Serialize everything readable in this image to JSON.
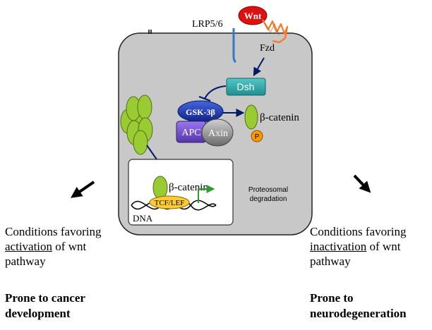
{
  "diagram": {
    "labels": {
      "wnt": "Wnt",
      "lrp": "LRP5/6",
      "fzd": "Fzd",
      "dsh": "Dsh",
      "gsk": "GSK-3β",
      "apc": "APC",
      "axin": "Axin",
      "beta_catenin": "β-catenin",
      "phospho": "P",
      "nuclear_beta_catenin": "β-catenin",
      "tcf_lef": "TCF/LEF",
      "dna": "DNA",
      "proteasome_line1": "Proteosomal",
      "proteasome_line2": "degradation"
    },
    "colors": {
      "cell": "#c8c8c8",
      "protein_green": "#99cc33",
      "dsh_teal": "#33aaaa",
      "gsk_blue": "#2244bb",
      "apc_purple": "#7755cc",
      "axin_gray": "#888888",
      "wnt_red": "#dd1111",
      "receptor_orange": "#ff7722",
      "lrp_blue": "#3377cc",
      "phospho_orange": "#ff9900",
      "tcf_yellow": "#ffcc33",
      "arrow_navy": "#001a66",
      "transcription_green": "#339933"
    }
  },
  "left": {
    "line1": "Conditions favoring",
    "underlined": "activation",
    "line2_rest": " of wnt",
    "line3": "pathway",
    "outcome_line1": "Prone to cancer",
    "outcome_line2": "development"
  },
  "right": {
    "line1": "Conditions favoring",
    "underlined": "inactivation",
    "line2_rest": " of wnt",
    "line3": "pathway",
    "outcome_line1": "Prone to",
    "outcome_line2": "neurodegeneration"
  }
}
